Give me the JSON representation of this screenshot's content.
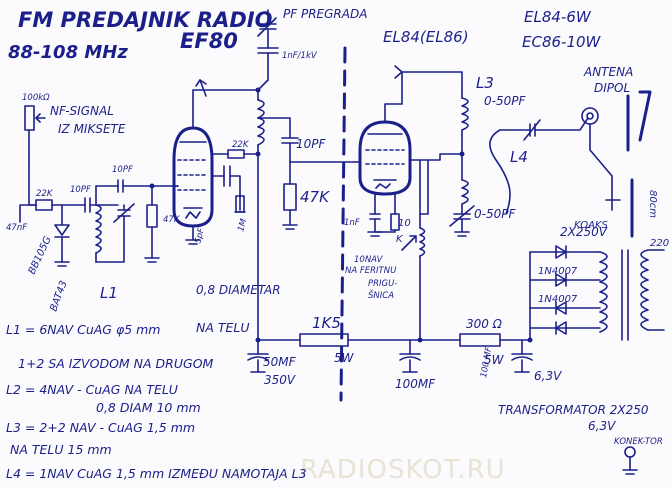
{
  "title": "FM PREDAJNIK RADIO",
  "frequency": "88-108 MHz",
  "watermark": "RADIOSKOT.RU",
  "tubes": {
    "osc": "EF80",
    "pa": "EL84(EL86)",
    "pa_note_1": "EL84-6W",
    "pa_note_2": "EC86-10W"
  },
  "labels": {
    "pregrada": "PF PREGRADA",
    "pregrada_cap": "1nF/1kV",
    "nf_signal": "NF-SIGNAL",
    "iz_miksete": "IZ MIKSETE",
    "pot_100k": "100kΩ",
    "r_22k_in": "22K",
    "c_47nf": "47nF",
    "c_10pf_a": "10PF",
    "c_10pf_b": "10PF",
    "varicap": "BB105G",
    "bat": "BAT43",
    "r_47k": "47K",
    "r_22k_grid": "22K",
    "c_5pf": "5pF",
    "r_1m": "1M",
    "c_10pf_couple": "10PF",
    "r_47k_pa": "47K",
    "c_1nf_pa": "1nF",
    "c_10_pa": "10",
    "k_pa": "K",
    "choke_note_1": "10NAV",
    "choke_note_2": "NA FERITNU",
    "choke_note_3": "PRIGU-",
    "choke_note_4": "ŠNICA",
    "trim_1": "0-50PF",
    "trim_2": "0-50PF",
    "l3": "L3",
    "l4": "L4",
    "l1": "L1",
    "antenna_1": "ANTENA",
    "antenna_2": "DIPOL",
    "koax": "KOAKS",
    "dipole_len": "80cm",
    "r_1k5": "1K5",
    "r_5w": "5W",
    "c_50mf": "50MF",
    "v_350": "350V",
    "c_100mf": "100MF",
    "r_300": "300 Ω",
    "r_5w_b": "5W",
    "c_100mf_b": "100 MF",
    "v_6_3": "6,3V",
    "d_1": "1N4007",
    "d_2": "1N4007",
    "d_note": "2X250V",
    "v_220": "220",
    "transformer_1": "TRANSFORMATOR 2X250",
    "transformer_2": "6,3V",
    "konektor": "KONEK-TOR",
    "wire_note": "0,8 DIAMETAR"
  },
  "coil_notes": [
    "L1 = 6NAV CuAG φ5 mm",
    "NA TELU",
    "1+2 SA IZVODOM NA DRUGOM",
    "L2 = 4NAV - CuAG NA TELU",
    "0,8 DIAM 10 mm",
    "L3 = 2+2 NAV - CuAG 1,5 mm",
    "NA TELU 15 mm",
    "L4 = 1NAV CuAG 1,5 mm IZMEĐU NAMOTAJA L3"
  ]
}
